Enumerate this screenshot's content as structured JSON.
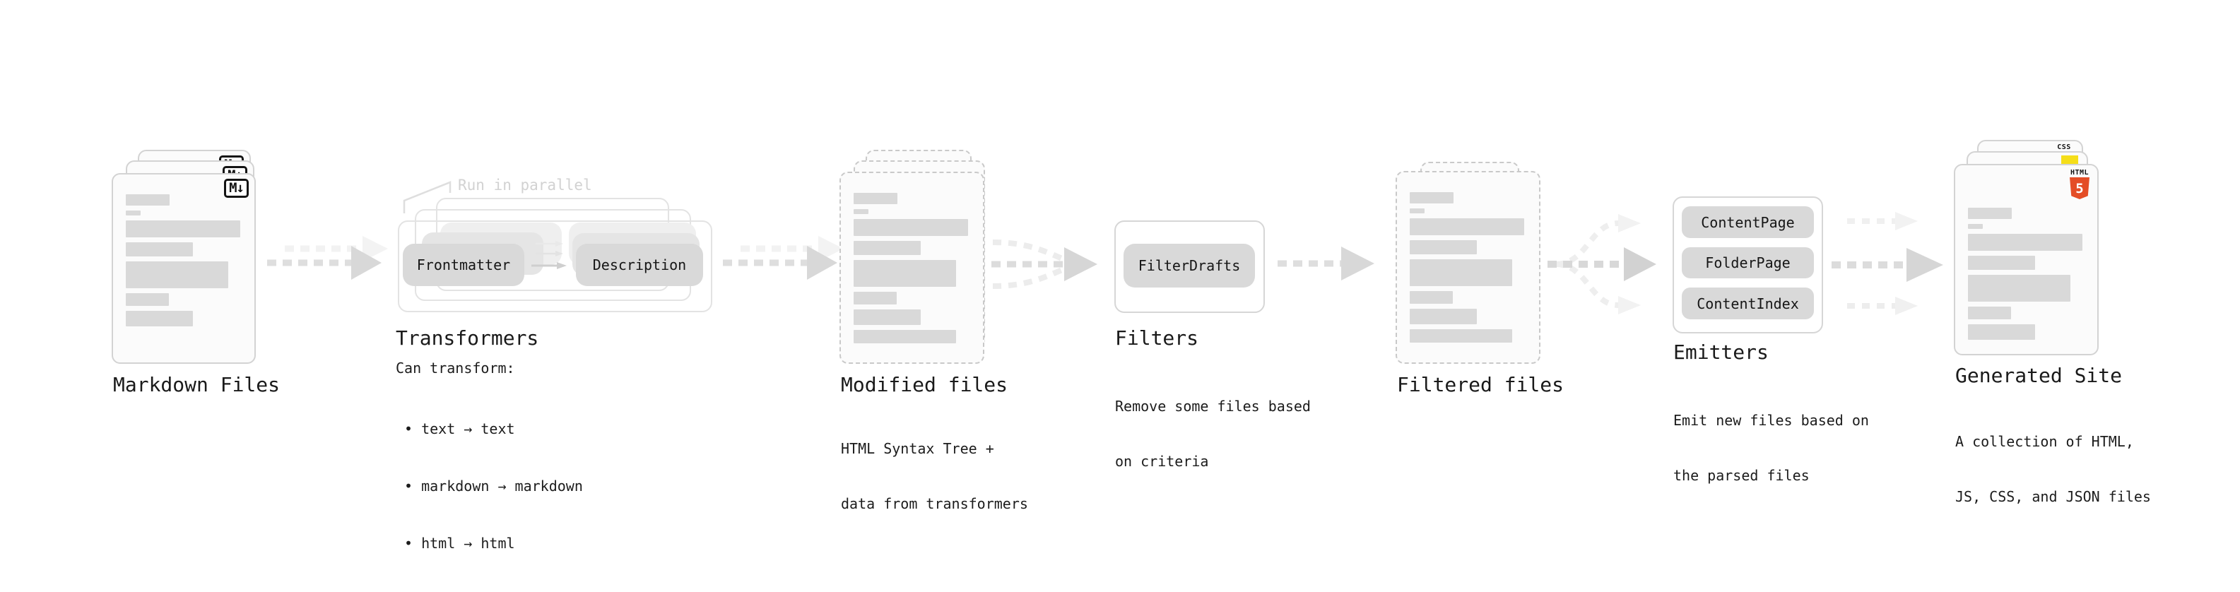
{
  "diagram": {
    "markdown_files": {
      "title": "Markdown Files",
      "icon": "M↓"
    },
    "transformers": {
      "title": "Transformers",
      "annotation": "Run in parallel",
      "step1": "Frontmatter",
      "step2": "Description",
      "desc": "Can transform:",
      "bullet1": "• text → text",
      "bullet2": "• markdown → markdown",
      "bullet3": "• html → html"
    },
    "modified_files": {
      "title": "Modified files",
      "desc1": "HTML Syntax Tree +",
      "desc2": "data from transformers"
    },
    "filters": {
      "title": "Filters",
      "step1": "FilterDrafts",
      "desc1": "Remove some files based",
      "desc2": "on criteria"
    },
    "filtered_files": {
      "title": "Filtered files"
    },
    "emitters": {
      "title": "Emitters",
      "step1": "ContentPage",
      "step2": "FolderPage",
      "step3": "ContentIndex",
      "desc1": "Emit new files based on",
      "desc2": "the parsed files"
    },
    "generated_site": {
      "title": "Generated Site",
      "desc1": "A collection of HTML,",
      "desc2": "JS, CSS, and JSON files",
      "css_badge": "CSS",
      "html_badge": "HTML",
      "html_badge_number": "5"
    },
    "colors": {
      "html5_orange": "#e44d26",
      "js_yellow": "#f5de19",
      "css_blue": "#2760e6"
    }
  }
}
